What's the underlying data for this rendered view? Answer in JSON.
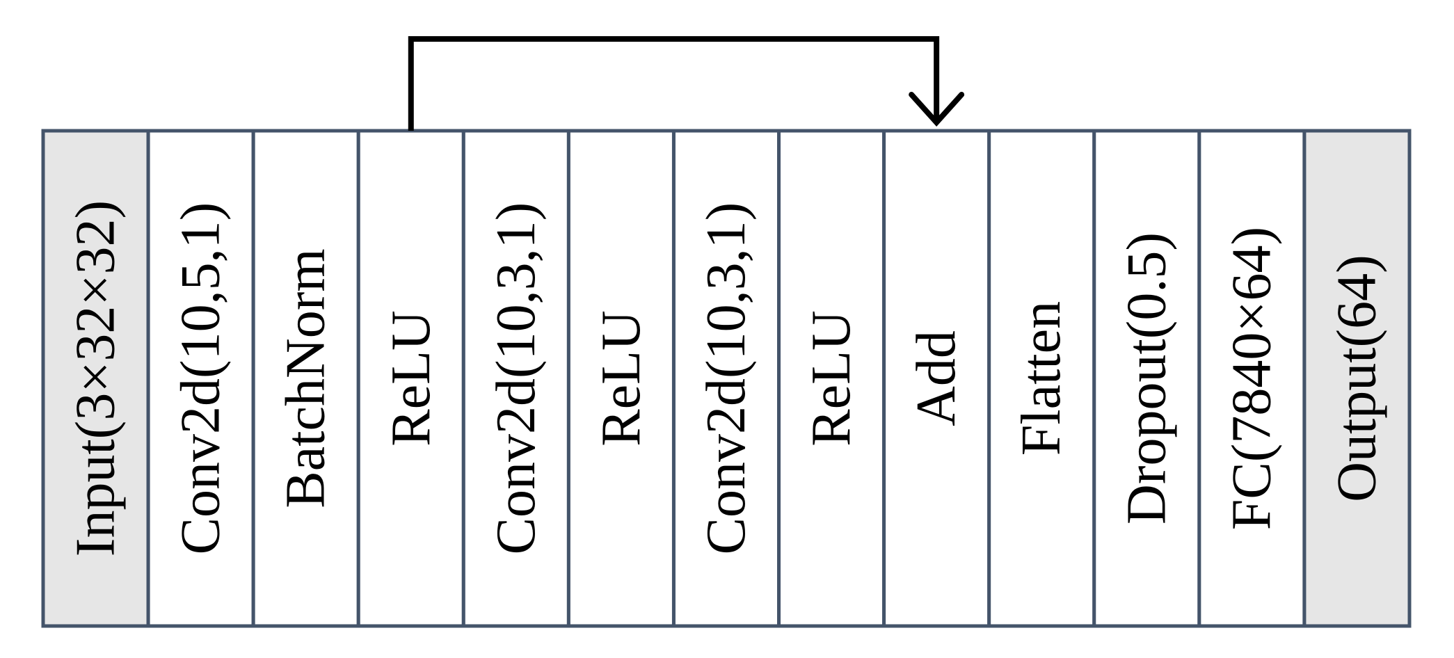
{
  "layers": [
    {
      "label": "Input(3×32×32)",
      "kind": "io"
    },
    {
      "label": "Conv2d(10,5,1)",
      "kind": "op"
    },
    {
      "label": "BatchNorm",
      "kind": "op"
    },
    {
      "label": "ReLU",
      "kind": "op"
    },
    {
      "label": "Conv2d(10,3,1)",
      "kind": "op"
    },
    {
      "label": "ReLU",
      "kind": "op"
    },
    {
      "label": "Conv2d(10,3,1)",
      "kind": "op"
    },
    {
      "label": "ReLU",
      "kind": "op"
    },
    {
      "label": "Add",
      "kind": "op"
    },
    {
      "label": "Flatten",
      "kind": "op"
    },
    {
      "label": "Dropout(0.5)",
      "kind": "op"
    },
    {
      "label": "FC(7840×64)",
      "kind": "op"
    },
    {
      "label": "Output(64)",
      "kind": "io"
    }
  ],
  "skip_connection": {
    "from_layer": 3,
    "to_layer": 8
  },
  "colors": {
    "io_fill": "#e6e6e6",
    "op_fill": "#ffffff",
    "border": "#44546a",
    "arrow": "#000000",
    "text": "#000000"
  }
}
